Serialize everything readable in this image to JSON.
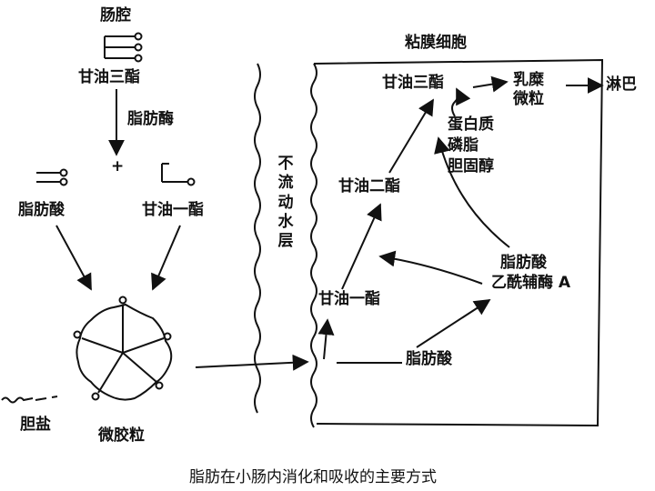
{
  "labels": {
    "lumen": "肠腔",
    "tg_lumen": "甘油三酯",
    "lipase": "脂肪酶",
    "plus": "+",
    "fatty_acid_left": "脂肪酸",
    "mg_left": "甘油一酯",
    "bile_salt": "胆盐",
    "micelle": "微胶粒",
    "unstirred_layer": "不流动水层",
    "mucosal_cell": "粘膜细胞",
    "tg_cell": "甘油三酯",
    "chylomicron_1": "乳糜",
    "chylomicron_2": "微粒",
    "lymph": "淋巴",
    "protein": "蛋白质",
    "phospholipid": "磷脂",
    "cholesterol": "胆固醇",
    "dg_cell": "甘油二酯",
    "mg_cell": "甘油一酯",
    "fatty_acid_coa_1": "脂肪酸",
    "fatty_acid_coa_2": "乙酰辅酶 A",
    "fatty_acid_in": "脂肪酸"
  },
  "caption": "脂肪在小肠内消化和吸收的主要方式",
  "colors": {
    "ink": "#111111",
    "background": "#ffffff"
  }
}
